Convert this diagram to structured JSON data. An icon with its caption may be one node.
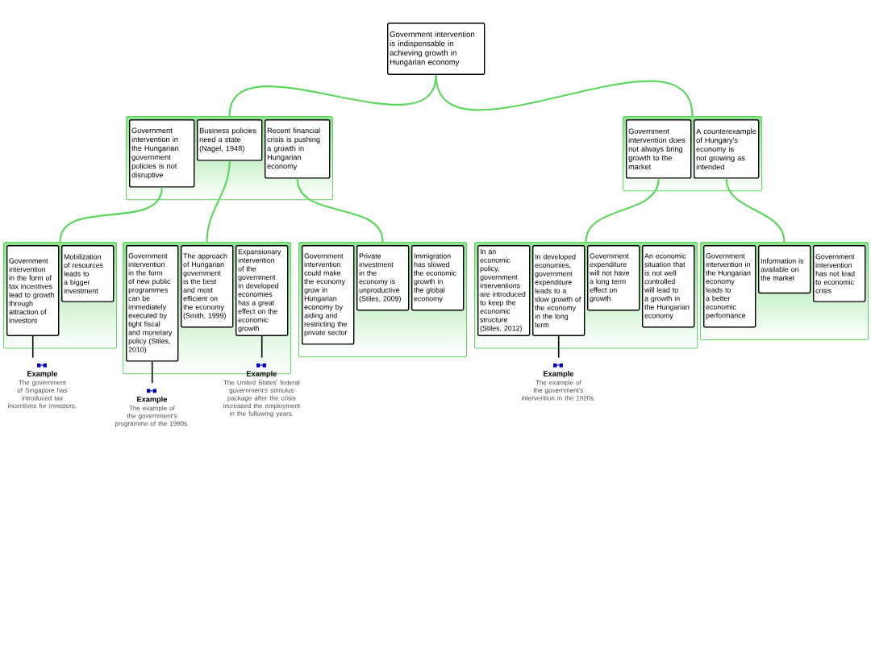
{
  "diagram": {
    "nodes": [
      {
        "text": [
          "Government intervention is indispensable in achieving growth in Hungarian economy"
        ]
      },
      {
        "text": [],
        "shape": "box"
      },
      {
        "text": [
          "Government intervention in the Hungarian government policies is not disruptive"
        ],
        "in": 1
      },
      {
        "text": [
          "Business policies need a state (Nagel, 1948)"
        ],
        "in": 1
      },
      {
        "text": [
          "Recent financial crisis is pushing a growth in Hungarian economy"
        ],
        "in": 1
      },
      {
        "text": [],
        "shape": "box"
      },
      {
        "text": [
          "Government intervention does not always bring growth to the market"
        ],
        "in": 5
      },
      {
        "text": [
          "A counterexample of Hungary's economy is not growing as intended"
        ],
        "in": 5
      },
      {
        "text": [],
        "shape": "box"
      },
      {
        "text": [
          "Government intervention in the form of tax incentives lead to growth through attraction of investors"
        ],
        "in": 8
      },
      {
        "text": [
          "Mobilization of resources leads to a bigger investment"
        ],
        "in": 8
      },
      {
        "text": [],
        "shape": "box"
      },
      {
        "text": [
          "Government intervention in the form of new public programmes can be immediately executed by tight fiscal and monetary policy (Stiles, 2010)"
        ],
        "in": 11
      },
      {
        "text": [
          "The approach of Hungarian government is the best and most efficient on the economy (Smith, 1999)"
        ],
        "in": 11
      },
      {
        "text": [
          "Expansionary intervention of the government in developed economies has a great effect on the economic growth"
        ],
        "in": 11
      },
      {
        "text": [],
        "shape": "box"
      },
      {
        "text": [
          "Government intervention could make the economy grow in Hungarian economy by aiding and restricting the private sector"
        ],
        "in": 15
      },
      {
        "text": [
          "Private investment in the economy is unproductive (Stiles, 2009)"
        ],
        "in": 15
      },
      {
        "text": [
          "Immigration has slowed the economic growth in the global economy"
        ],
        "in": 15
      },
      {
        "text": [],
        "shape": "box"
      },
      {
        "text": [
          "In an economic policy, government interventions are introduced to keep the economic structure (Stiles, 2012)"
        ],
        "in": 19
      },
      {
        "text": [
          "In developed economies, government expenditure leads to a slow growth of the economy in the long term"
        ],
        "in": 19
      },
      {
        "text": [
          "Government expenditure will not have a long term effect on growth"
        ],
        "in": 19
      },
      {
        "text": [
          "An economic situation that is not well controlled will lead to a growth in the Hungarian economy"
        ],
        "in": 19
      },
      {
        "text": [],
        "shape": "box"
      },
      {
        "text": [
          "Government intervention in the Hungarian economy leads to a better economic performance"
        ],
        "in": 24
      },
      {
        "text": [
          "Information is available on the market"
        ],
        "in": 24
      },
      {
        "text": [
          "Government intervention has not lead to economic crisis"
        ],
        "in": 24
      },
      {
        "text": [
          "Example",
          "The government of Singapore has introduced tax incentives for investors."
        ]
      },
      {
        "text": [
          "Example",
          "The example of the government's programme of the 1990s."
        ]
      },
      {
        "text": [
          "Example",
          "The United States' federal government's stimulus package after the crisis increased the employment in the following years."
        ]
      },
      {
        "text": [
          "Example",
          "The example of the government's intervention in the 1920s."
        ]
      }
    ],
    "edges": [
      {
        "from": 0,
        "to": 1,
        "arrow": "none"
      },
      {
        "from": 0,
        "to": 5,
        "arrow": "none"
      },
      {
        "from": 2,
        "to": 8,
        "arrow": "none"
      },
      {
        "from": 3,
        "to": 11,
        "arrow": "none"
      },
      {
        "from": 4,
        "to": 15,
        "arrow": "none"
      },
      {
        "from": 6,
        "to": 19,
        "arrow": "none"
      },
      {
        "from": 7,
        "to": 24,
        "arrow": "none"
      },
      {
        "from": 9,
        "to": 28,
        "arrow": "none",
        "color": "#000000"
      },
      {
        "from": 12,
        "to": 29,
        "arrow": "none",
        "color": "#000000"
      },
      {
        "from": 14,
        "to": 30,
        "arrow": "none",
        "color": "#000000"
      },
      {
        "from": 21,
        "to": 31,
        "arrow": "none",
        "color": "#000000"
      }
    ]
  }
}
